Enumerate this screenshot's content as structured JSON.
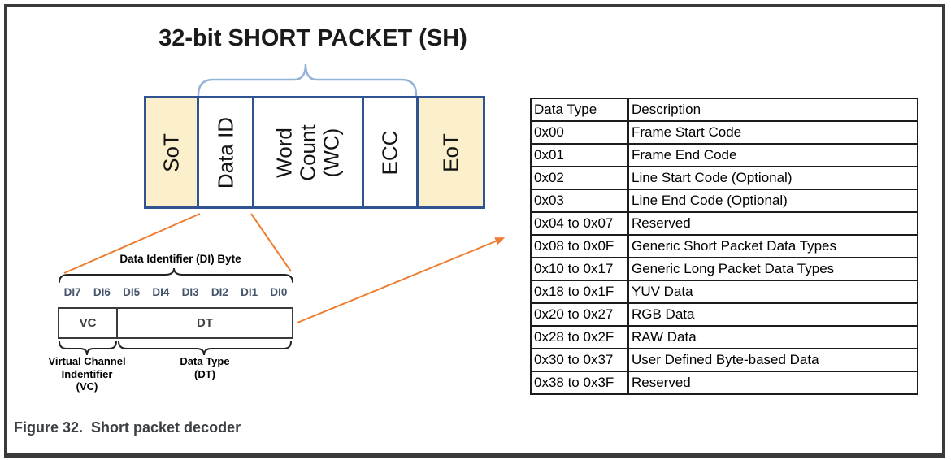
{
  "figure": {
    "title": "32-bit SHORT PACKET (SH)",
    "caption": "Figure 32.  Short packet decoder"
  },
  "packet": {
    "fields": [
      {
        "label": "SoT",
        "highlighted": true
      },
      {
        "label": "Data ID",
        "highlighted": false
      },
      {
        "label": "Word\nCount\n(WC)",
        "highlighted": false
      },
      {
        "label": "ECC",
        "highlighted": false
      },
      {
        "label": "EoT",
        "highlighted": true
      }
    ]
  },
  "di_byte": {
    "title": "Data Identifier (DI) Byte",
    "bits": [
      "DI7",
      "DI6",
      "DI5",
      "DI4",
      "DI3",
      "DI2",
      "DI1",
      "DI0"
    ],
    "fields": [
      {
        "label": "VC"
      },
      {
        "label": "DT"
      }
    ],
    "vc_label": "Virtual Channel\nIndentifier\n(VC)",
    "dt_label": "Data Type\n(DT)"
  },
  "table": {
    "headers": [
      "Data Type",
      "Description"
    ],
    "rows": [
      [
        "0x00",
        "Frame Start Code"
      ],
      [
        "0x01",
        "Frame End Code"
      ],
      [
        "0x02",
        "Line Start Code (Optional)"
      ],
      [
        "0x03",
        "Line End Code (Optional)"
      ],
      [
        "0x04 to 0x07",
        "Reserved"
      ],
      [
        "0x08 to 0x0F",
        "Generic Short Packet Data Types"
      ],
      [
        "0x10 to 0x17",
        "Generic Long Packet Data Types"
      ],
      [
        "0x18 to 0x1F",
        "YUV Data"
      ],
      [
        "0x20 to 0x27",
        "RGB Data"
      ],
      [
        "0x28 to 0x2F",
        "RAW Data"
      ],
      [
        "0x30 to 0x37",
        "User Defined Byte-based Data"
      ],
      [
        "0x38 to 0x3F",
        "Reserved"
      ]
    ]
  },
  "colors": {
    "frame": "#3a3a3a",
    "packet_border": "#2f5491",
    "highlight_fill": "#fcefcb",
    "brace_blue": "#95b3d7",
    "accent_orange": "#ed7d31",
    "bit_label": "#44546a",
    "brace_dark": "#222222",
    "caption": "#3c4043"
  }
}
